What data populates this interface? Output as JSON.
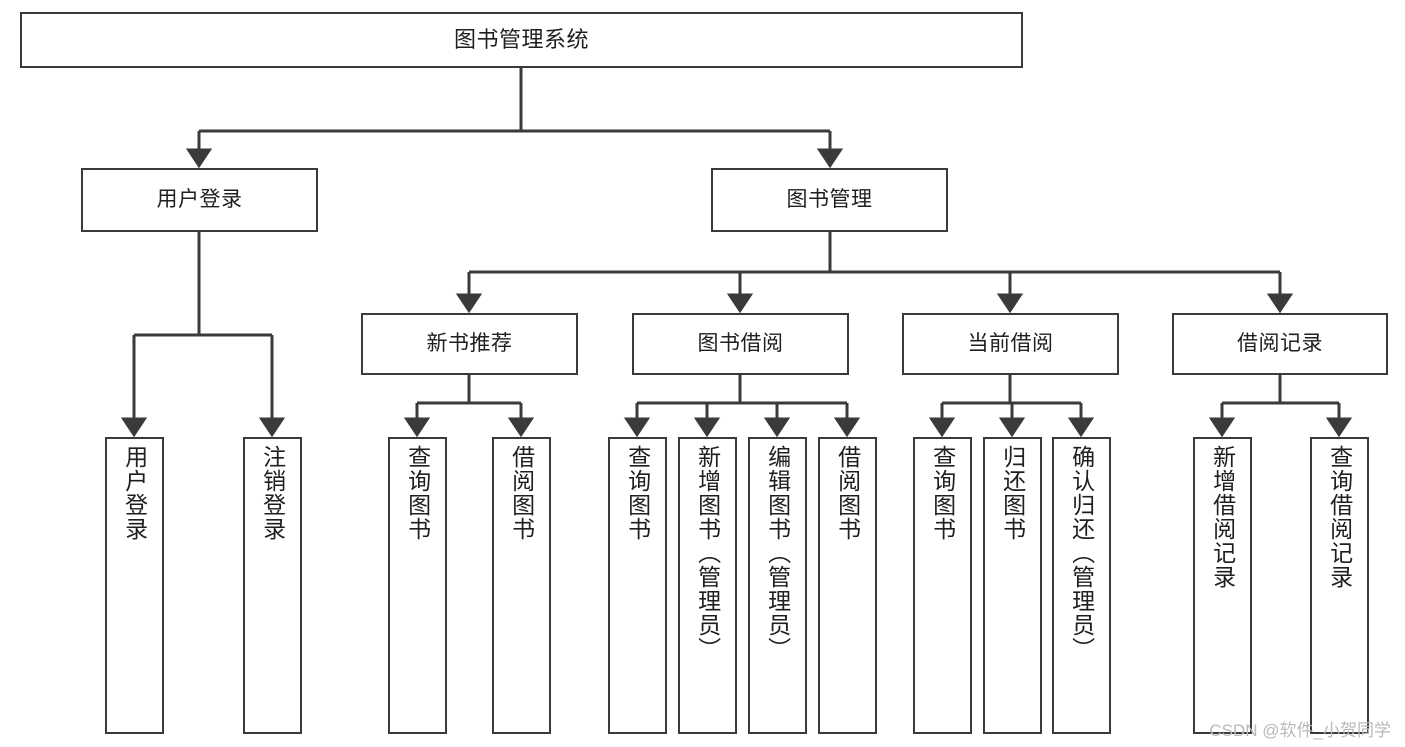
{
  "diagram": {
    "title": "图书管理系统",
    "type": "tree",
    "watermark": "CSDN @软件_小贺同学",
    "colors": {
      "box_border": "#3a3a3a",
      "box_fill": "#ffffff",
      "connector": "#3a3a3a",
      "text": "#1f1f1f",
      "watermark": "#b9b9b9"
    },
    "root": {
      "label": "图书管理系统"
    },
    "level2": [
      {
        "label": "用户登录"
      },
      {
        "label": "图书管理"
      }
    ],
    "level3": [
      {
        "label": "新书推荐"
      },
      {
        "label": "图书借阅"
      },
      {
        "label": "当前借阅"
      },
      {
        "label": "借阅记录"
      }
    ],
    "leaves": {
      "user_login": [
        {
          "label": "用户登录"
        },
        {
          "label": "注销登录"
        }
      ],
      "new_book": [
        {
          "label": "查询图书"
        },
        {
          "label": "借阅图书"
        }
      ],
      "book_borrow": [
        {
          "label": "查询图书"
        },
        {
          "label": "新增图书（管理员）"
        },
        {
          "label": "编辑图书（管理员）"
        },
        {
          "label": "借阅图书"
        }
      ],
      "current_borrow": [
        {
          "label": "查询图书"
        },
        {
          "label": "归还图书"
        },
        {
          "label": "确认归还（管理员）"
        }
      ],
      "borrow_record": [
        {
          "label": "新增借阅记录"
        },
        {
          "label": "查询借阅记录"
        }
      ]
    }
  }
}
